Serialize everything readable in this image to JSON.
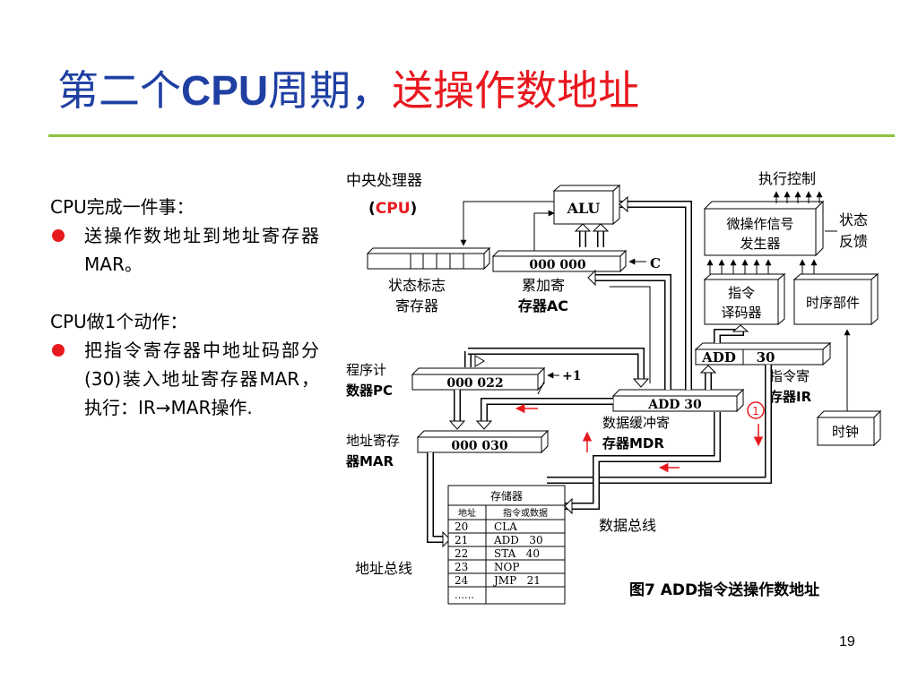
{
  "slide": {
    "title_part1": "第二个",
    "title_cpu": "CPU",
    "title_part2": "周期，",
    "title_red": "送操作数地址",
    "page_number": "19"
  },
  "left_text": {
    "heading1": "CPU完成一件事：",
    "bullet1": "送操作数地址到地址寄存器MAR。",
    "heading2": "CPU做1个动作：",
    "bullet2": "把指令寄存器中地址码部分(30)装入地址寄存器MAR，执行：IR→MAR操作."
  },
  "diagram": {
    "cpu_label": "中央处理器",
    "cpu_paren_open": "(",
    "cpu_paren_abbr": "CPU",
    "cpu_paren_close": ")",
    "alu": "ALU",
    "exec_control": "执行控制",
    "micro_op_line1": "微操作信号",
    "micro_op_line2": "发生器",
    "status_line1": "状态",
    "status_line2": "反馈",
    "status_flag_line1": "状态标志",
    "status_flag_line2": "寄存器",
    "acc_value": "000  000",
    "c_label": "C",
    "acc_label_line1": "累加寄",
    "acc_label_line2": "存器AC",
    "decoder_line1": "指令",
    "decoder_line2": "译码器",
    "timing": "时序部件",
    "ir_op": "ADD",
    "ir_addr": "30",
    "ir_label_line1": "指令寄",
    "ir_label_line2": "存器IR",
    "pc_label_line1": "程序计",
    "pc_label_line2": "数器PC",
    "pc_value": "000   022",
    "plus_one": "+1",
    "mdr_value": "ADD  30",
    "mdr_label_line1": "数据缓冲寄",
    "mdr_label_line2": "存器MDR",
    "circle_step": "1",
    "clock": "时钟",
    "mar_label_line1": "地址寄存",
    "mar_label_line2": "器MAR",
    "mar_value": "000  030",
    "memory_title": "存储器",
    "memory_col_addr": "地址",
    "memory_col_content": "指令或数据",
    "memory_rows": [
      {
        "addr": "20",
        "content": "CLA"
      },
      {
        "addr": "21",
        "content": "ADD   30"
      },
      {
        "addr": "22",
        "content": "STA   40"
      },
      {
        "addr": "23",
        "content": "NOP"
      },
      {
        "addr": "24",
        "content": "JMP   21"
      }
    ],
    "memory_more": "……",
    "data_bus": "数据总线",
    "address_bus": "地址总线",
    "figure_caption": "图7   ADD指令送操作数地址"
  }
}
